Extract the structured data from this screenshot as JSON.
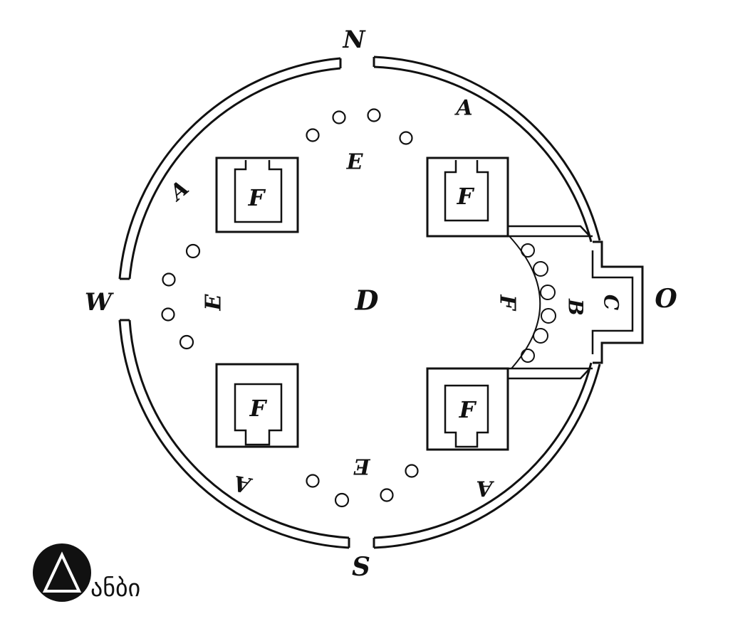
{
  "compass": {
    "north": "N",
    "south": "S",
    "west": "W",
    "east": "O"
  },
  "labels": {
    "A": "A",
    "B": "B",
    "C": "C",
    "D": "D",
    "E": "E",
    "F": "F"
  },
  "logo": {
    "text": "ანბი"
  }
}
